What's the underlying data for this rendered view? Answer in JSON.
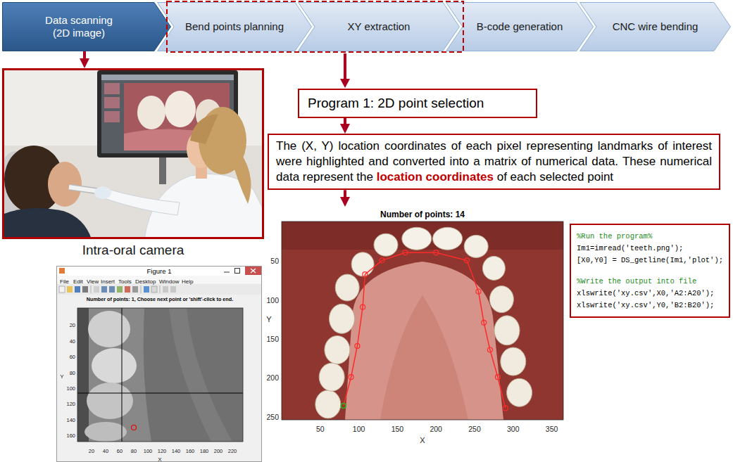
{
  "diagram": {
    "nodes": [
      {
        "text": [
          "Data scanning (2D image)"
        ]
      },
      {
        "text": [
          "Bend points planning"
        ]
      },
      {
        "text": [
          "XY extraction"
        ]
      },
      {
        "text": [
          "B-code generation"
        ]
      },
      {
        "text": [
          "CNC wire bending"
        ]
      },
      {
        "text": [
          "Intra-oral camera"
        ]
      },
      {
        "text": [
          "Program 1: 2D point selection"
        ]
      },
      {
        "text": [
          "The (X, Y) location coordinates of each pixel representing landmarks of interest were highlighted and converted into a matrix of numerical data. These numerical data represent the",
          "location coordinates",
          "of each selected point"
        ]
      },
      {
        "text": [
          "Figure 1",
          "Number of points: 1, Choose next point or 'shift'-click to end."
        ]
      },
      {
        "text": [
          "Number of points: 14"
        ]
      },
      {
        "text": [
          "%Run the program%",
          "Im1=imread('teeth.png');",
          "[X0,Y0] = DS_getline(Im1,'plot');",
          "%Write the output into file",
          "xlswrite('xy.csv',X0,'A2:A20');",
          "xlswrite('xy.csv',Y0,'B2:B20');"
        ]
      }
    ],
    "edges": [
      {
        "from": 0,
        "to": 5,
        "arrow": "to"
      },
      {
        "from": 6,
        "to": 7,
        "arrow": "to"
      },
      {
        "from": 7,
        "to": 9,
        "arrow": "to"
      }
    ],
    "labels": [
      "File",
      "Edit",
      "View",
      "Insert",
      "Tools",
      "Desktop",
      "Window",
      "Help",
      "20",
      "40",
      "60",
      "80",
      "100",
      "120",
      "140",
      "160",
      "20",
      "40",
      "60",
      "80",
      "100",
      "120",
      "140",
      "160",
      "180",
      "200",
      "220",
      "Y",
      "X",
      "50",
      "100",
      "150",
      "200",
      "250",
      "Y",
      "50",
      "100",
      "150",
      "200",
      "250",
      "300",
      "350",
      "X"
    ]
  }
}
